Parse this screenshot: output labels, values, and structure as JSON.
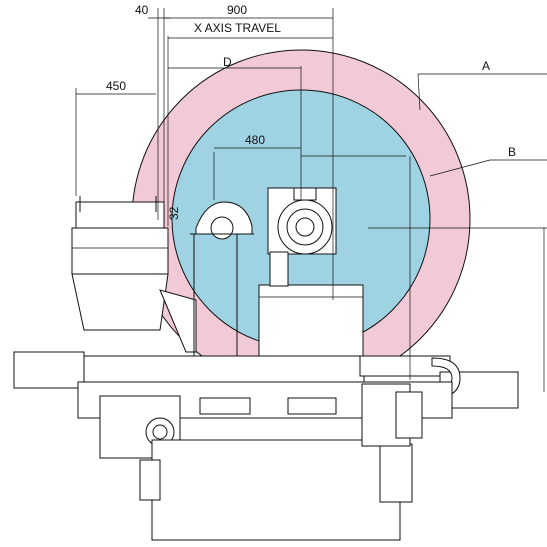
{
  "drawing": {
    "colors": {
      "circle_a": "#f2c9d6",
      "circle_b": "#9fd3e3",
      "line": "#111111",
      "part_fill": "#ffffff"
    },
    "dimensions": {
      "d40": "40",
      "d900": "900",
      "x_axis_travel": "X AXIS TRAVEL",
      "d450": "450",
      "dD": "D",
      "d480": "480",
      "d32": "32"
    },
    "callouts": {
      "a": "A",
      "b": "B"
    }
  }
}
